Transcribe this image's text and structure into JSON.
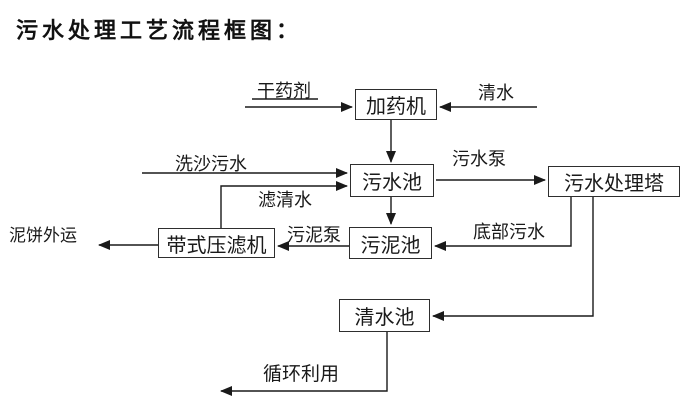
{
  "diagram": {
    "title": "污水处理工艺流程框图：",
    "type": "flowchart",
    "colors": {
      "line": "#1a1a1a",
      "box_border": "#2e2e2e",
      "background": "#ffffff",
      "text": "#000000"
    },
    "nodes": {
      "dosing_machine": "加药机",
      "sewage_pool": "污水池",
      "treatment_tower": "污水处理塔",
      "sludge_pool": "污泥池",
      "belt_filter_press": "带式压滤机",
      "clear_water_pool": "清水池"
    },
    "labels": {
      "dry_agent": "干药剂",
      "clean_water": "清水",
      "sand_washing_sewage": "洗沙污水",
      "filtered_water": "滤清水",
      "sewage_pump": "污水泵",
      "bottom_sewage": "底部污水",
      "sludge_pump": "污泥泵",
      "mud_cake_out": "泥饼外运",
      "recycle": "循环利用"
    }
  }
}
